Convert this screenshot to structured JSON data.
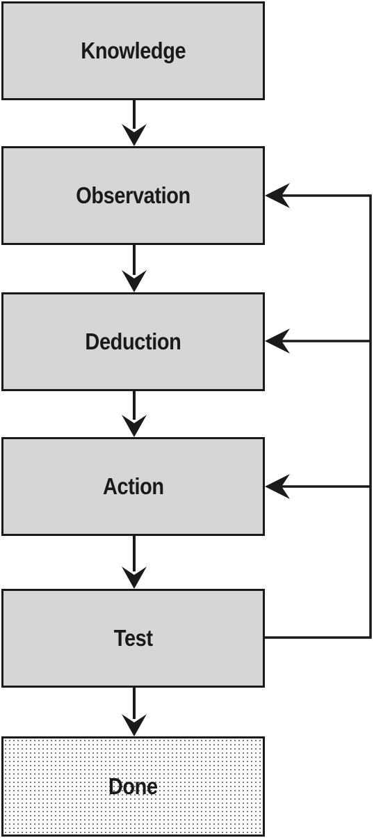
{
  "diagram": {
    "steps": [
      {
        "id": "knowledge",
        "label": "Knowledge"
      },
      {
        "id": "observation",
        "label": "Observation"
      },
      {
        "id": "deduction",
        "label": "Deduction"
      },
      {
        "id": "action",
        "label": "Action"
      },
      {
        "id": "test",
        "label": "Test"
      },
      {
        "id": "done",
        "label": "Done"
      }
    ],
    "flow": [
      {
        "from": "knowledge",
        "to": "observation"
      },
      {
        "from": "observation",
        "to": "deduction"
      },
      {
        "from": "deduction",
        "to": "action"
      },
      {
        "from": "action",
        "to": "test"
      },
      {
        "from": "test",
        "to": "done"
      }
    ],
    "feedback": [
      {
        "from": "test",
        "to": "observation"
      },
      {
        "from": "test",
        "to": "deduction"
      },
      {
        "from": "test",
        "to": "action"
      }
    ],
    "colors": {
      "box_fill": "#d6d6d6",
      "border": "#1a1a1a",
      "text": "#1a1a1a",
      "done_pattern": "dotted"
    }
  }
}
